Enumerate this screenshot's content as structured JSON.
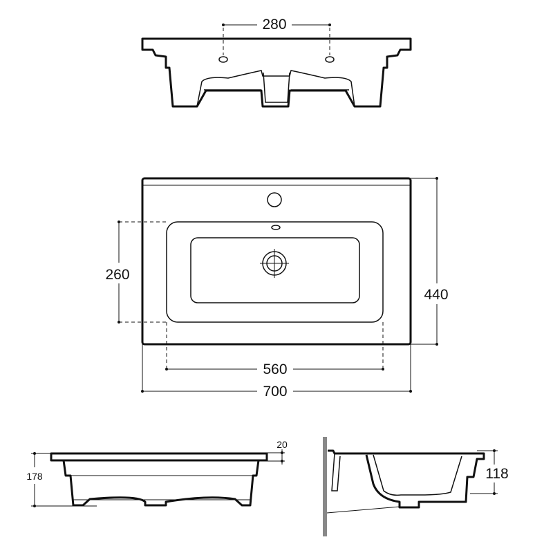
{
  "dimensions": {
    "tap_hole_spacing": "280",
    "bowl_depth": "260",
    "overall_depth": "440",
    "bowl_width": "560",
    "overall_width": "700",
    "rim_thickness": "20",
    "overall_height": "178",
    "bowl_height": "118"
  },
  "colors": {
    "line": "#111111",
    "wall": "#888888"
  }
}
